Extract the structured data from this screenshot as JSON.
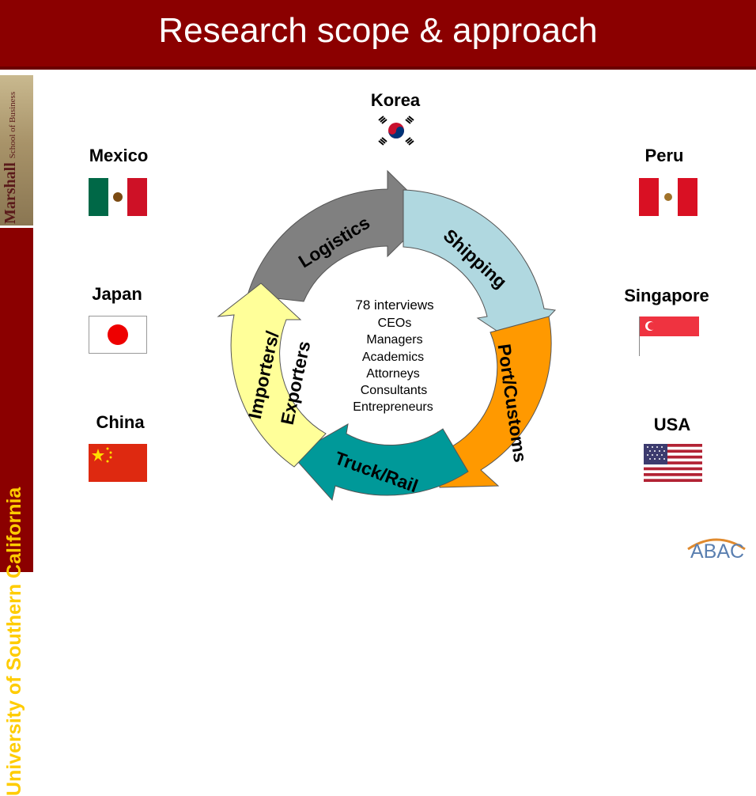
{
  "title": "Research scope & approach",
  "sidebar": {
    "marshall": "Marshall",
    "marshall_sub": "School of Business",
    "university": "University of Southern California"
  },
  "countries": {
    "korea": "Korea",
    "mexico": "Mexico",
    "peru": "Peru",
    "japan": "Japan",
    "singapore": "Singapore",
    "china": "China",
    "usa": "USA"
  },
  "cycle": {
    "segments": [
      "Logistics",
      "Shipping",
      "Port/Customs",
      "Truck/Rail",
      "Importers/",
      "Exporters"
    ],
    "colors": {
      "logistics": "#808080",
      "shipping": "#b0d8e0",
      "port": "#ff9900",
      "truck": "#009999",
      "importers": "#ffff99"
    }
  },
  "center": {
    "headline": "78 interviews",
    "roles": [
      "CEOs",
      "Managers",
      "Academics",
      "Attorneys",
      "Consultants",
      "Entrepreneurs"
    ]
  },
  "logo": "ABAC",
  "colors": {
    "title_bg": "#8b0000",
    "usc_text": "#ffcc00"
  }
}
